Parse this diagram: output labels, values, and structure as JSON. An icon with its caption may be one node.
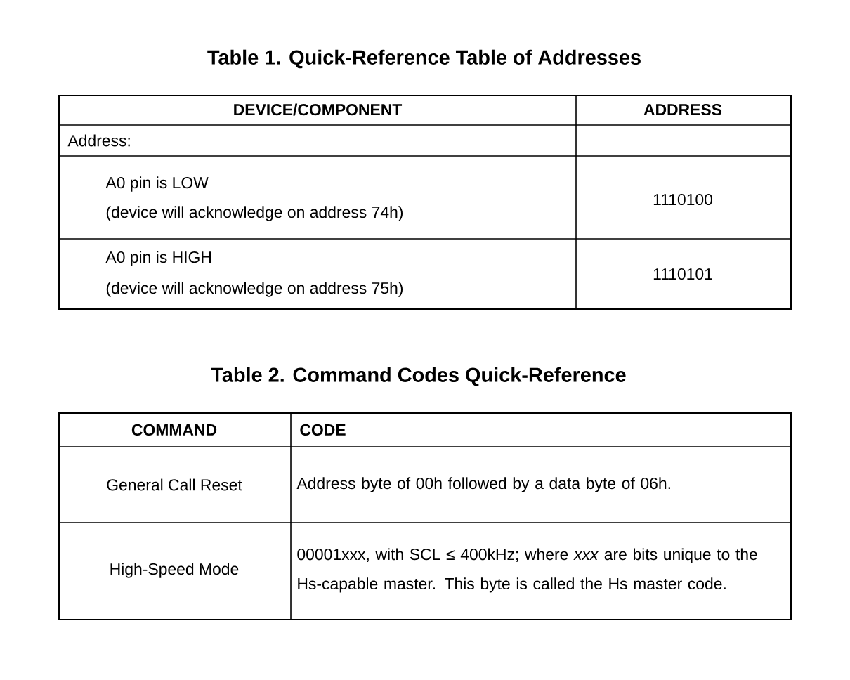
{
  "diagram": {
    "labels": [
      "Table 1. Quick-Reference Table of Addresses",
      "DEVICE/COMPONENT",
      "ADDRESS",
      "Address:",
      "A0 pin is LOW",
      "(device will acknowledge on address 74h)",
      "1110100",
      "A0 pin is HIGH",
      "(device will acknowledge on address 75h)",
      "1110101",
      "Table 2. Command Codes Quick-Reference",
      "COMMAND",
      "CODE",
      "General Call Reset",
      "Address byte of 00h followed by a data byte of 06h.",
      "High-Speed Mode",
      "00001xxx, with SCL ≤ 400kHz; where *xxx* are bits unique to the Hs-capable master. This byte is called the Hs master code."
    ]
  }
}
